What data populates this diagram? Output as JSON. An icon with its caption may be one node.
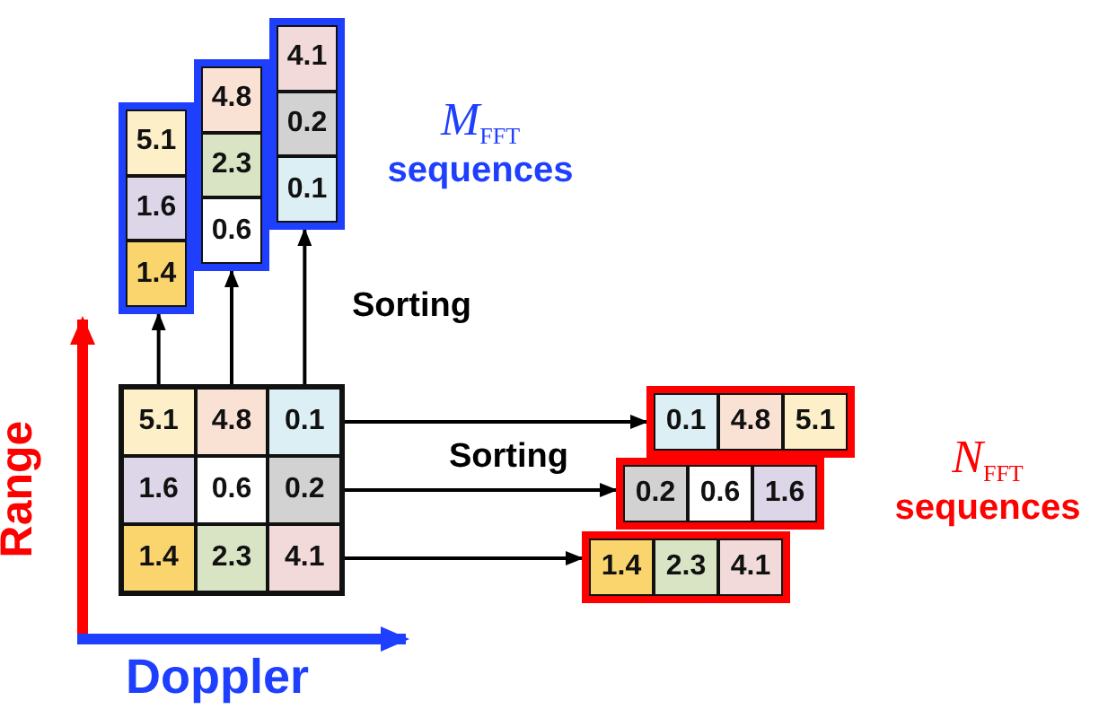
{
  "diagram": {
    "nodes": [
      {
        "text": [],
        "shape": "box"
      },
      {
        "text": [
          "5.1"
        ],
        "in": 0
      },
      {
        "text": [
          "1.6"
        ],
        "in": 0
      },
      {
        "text": [
          "1.4"
        ],
        "in": 0
      },
      {
        "text": [],
        "shape": "box"
      },
      {
        "text": [
          "4.8"
        ],
        "in": 4
      },
      {
        "text": [
          "2.3"
        ],
        "in": 4
      },
      {
        "text": [
          "0.6"
        ],
        "in": 4
      },
      {
        "text": [],
        "shape": "box"
      },
      {
        "text": [
          "4.1"
        ],
        "in": 8
      },
      {
        "text": [
          "0.2"
        ],
        "in": 8
      },
      {
        "text": [
          "0.1"
        ],
        "in": 8
      },
      {
        "text": [],
        "shape": "box"
      },
      {
        "text": [
          "5.1"
        ],
        "in": 12
      },
      {
        "text": [
          "4.8"
        ],
        "in": 12
      },
      {
        "text": [
          "0.1"
        ],
        "in": 12
      },
      {
        "text": [
          "1.6"
        ],
        "in": 12
      },
      {
        "text": [
          "0.6"
        ],
        "in": 12
      },
      {
        "text": [
          "0.2"
        ],
        "in": 12
      },
      {
        "text": [
          "1.4"
        ],
        "in": 12
      },
      {
        "text": [
          "2.3"
        ],
        "in": 12
      },
      {
        "text": [
          "4.1"
        ],
        "in": 12
      },
      {
        "text": [],
        "shape": "box"
      },
      {
        "text": [
          "0.1"
        ],
        "in": 22
      },
      {
        "text": [
          "4.8"
        ],
        "in": 22
      },
      {
        "text": [
          "5.1"
        ],
        "in": 22
      },
      {
        "text": [],
        "shape": "box"
      },
      {
        "text": [
          "0.2"
        ],
        "in": 26
      },
      {
        "text": [
          "0.6"
        ],
        "in": 26
      },
      {
        "text": [
          "1.6"
        ],
        "in": 26
      },
      {
        "text": [],
        "shape": "box"
      },
      {
        "text": [
          "1.4"
        ],
        "in": 30
      },
      {
        "text": [
          "2.3"
        ],
        "in": 30
      },
      {
        "text": [
          "4.1"
        ],
        "in": 30
      }
    ],
    "edges": [
      {
        "from": 13,
        "to": 0,
        "arrow": "to"
      },
      {
        "from": 14,
        "to": 4,
        "arrow": "to"
      },
      {
        "from": 15,
        "to": 8,
        "arrow": "to",
        "label": "Sorting"
      },
      {
        "from": 15,
        "to": 22,
        "arrow": "to"
      },
      {
        "from": 18,
        "to": 26,
        "arrow": "to",
        "label": "Sorting"
      },
      {
        "from": 21,
        "to": 30,
        "arrow": "to"
      }
    ],
    "labels": [
      "*M*$_{FFT}$ sequences",
      "*N*$_{FFT}$ sequences",
      "Range",
      "Doppler"
    ]
  }
}
